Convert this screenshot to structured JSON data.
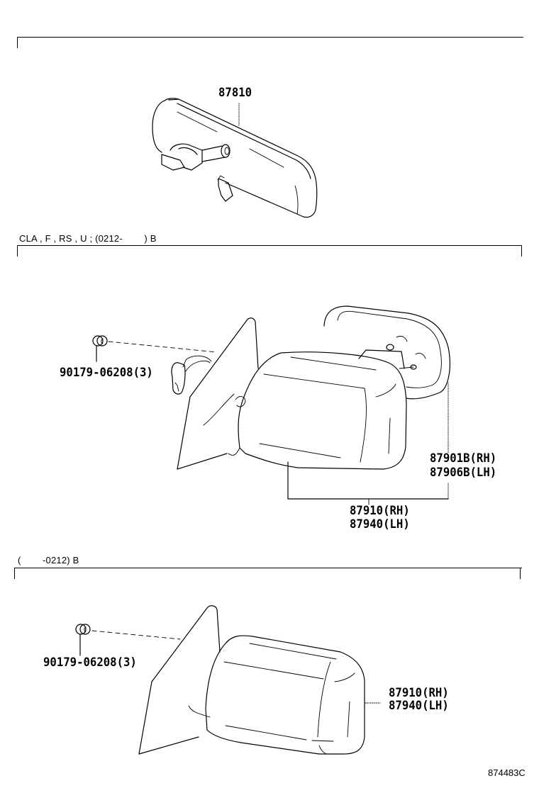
{
  "sections": [
    {
      "id": "inner-rear-view-mirror",
      "caption": "",
      "parts": [
        {
          "number": "87810",
          "description": "inner rear view mirror"
        }
      ]
    },
    {
      "id": "outer-mirror-0212-on",
      "caption": "CLA , F , RS , U ; (0212-        ) B",
      "parts": [
        {
          "number": "90179-06208(3)",
          "description": "nut"
        },
        {
          "number_rh": "87901B(RH)",
          "number_lh": "87906B(LH)",
          "description": "outer mirror sub-assy (glass)"
        },
        {
          "number_rh": "87910(RH)",
          "number_lh": "87940(LH)",
          "description": "outer rear view mirror assy"
        }
      ]
    },
    {
      "id": "outer-mirror-to-0212",
      "caption": "(        -0212) B",
      "parts": [
        {
          "number": "90179-06208(3)",
          "description": "nut"
        },
        {
          "number_rh": "87910(RH)",
          "number_lh": "87940(LH)",
          "description": "outer rear view mirror assy"
        }
      ]
    }
  ],
  "diagram_id": "874483C"
}
